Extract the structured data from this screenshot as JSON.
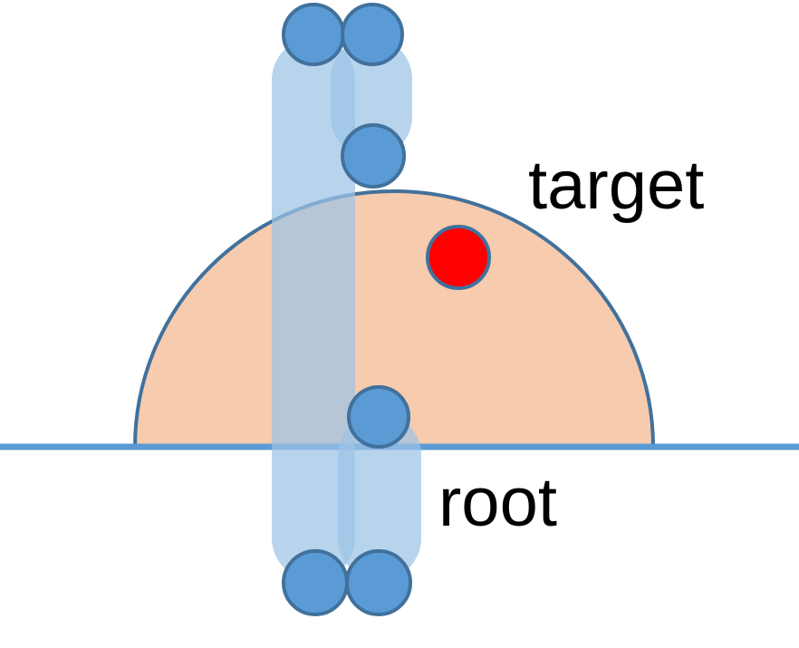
{
  "labels": {
    "target": "target",
    "root": "root"
  },
  "colors": {
    "background": "#ffffff",
    "ground_line": "#5b9bd5",
    "dome_fill": "#f7cbae",
    "dome_stroke": "#41719c",
    "segment_fill": "#9dc3e6",
    "joint_fill": "#5b9bd5",
    "joint_stroke": "#41719c",
    "target_fill": "#ff0000",
    "target_stroke": "#41719c"
  },
  "icons": {
    "target_marker": "red-dot",
    "joint": "circle"
  }
}
